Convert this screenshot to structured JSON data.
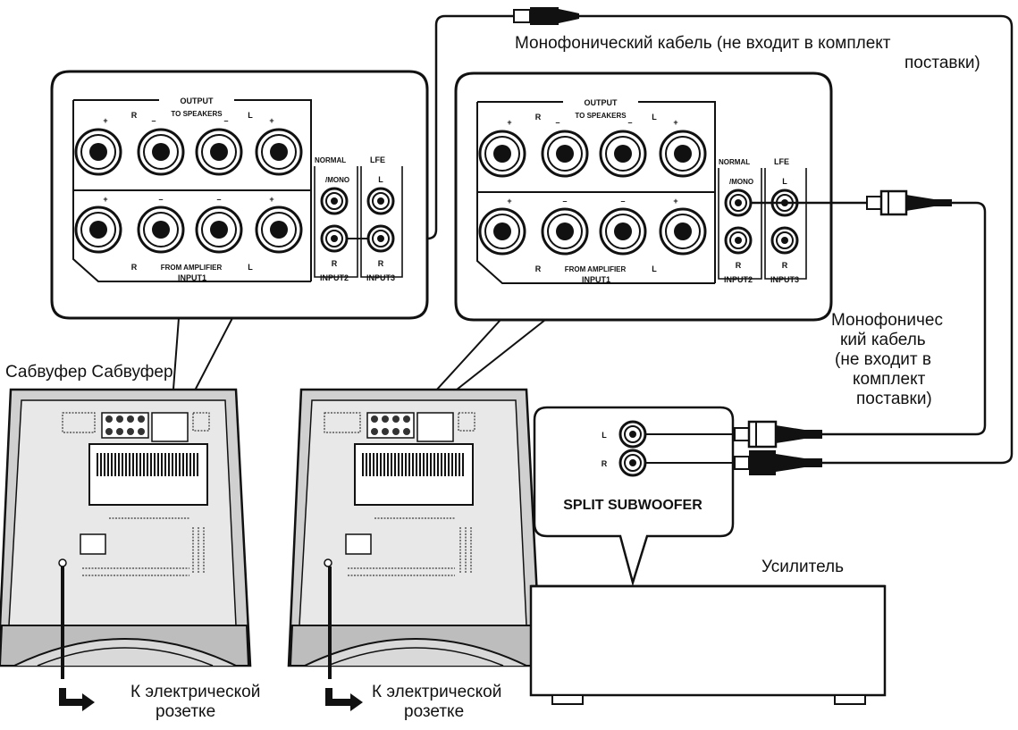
{
  "labels": {
    "cable_top": "Монофонический кабель (не входит в комплект поставки)",
    "cable_top_line1": "Монофонический кабель (не входит в комплект",
    "cable_top_line2": "поставки)",
    "subwoofer_caption": "Сабвуфер Сабвуфер",
    "cable_right_lines": [
      "Монофоничес",
      "кий кабель",
      "(не входит в",
      "комплект",
      "поставки)"
    ],
    "amplifier": "Усилитель",
    "outlet_left_line1": "К электрической",
    "outlet_left_line2": "розетке",
    "outlet_right_line1": "К электрической",
    "outlet_right_line2": "розетке"
  },
  "panel": {
    "output": "OUTPUT",
    "to_speakers": "TO SPEAKERS",
    "from_amplifier": "FROM AMPLIFIER",
    "input1": "INPUT1",
    "input2": "INPUT2",
    "input3": "INPUT3",
    "normal": "NORMAL",
    "lfe": "LFE",
    "mono": "/MONO",
    "r": "R",
    "l": "L",
    "plus": "+",
    "minus": "–"
  },
  "amp_panel": {
    "title": "SPLIT SUBWOOFER",
    "l": "L",
    "r": "R"
  },
  "colors": {
    "line": "#111111",
    "panel_fill": "#ffffff",
    "sub_body": "#cfcfcf",
    "sub_top": "#e6e6e6"
  }
}
